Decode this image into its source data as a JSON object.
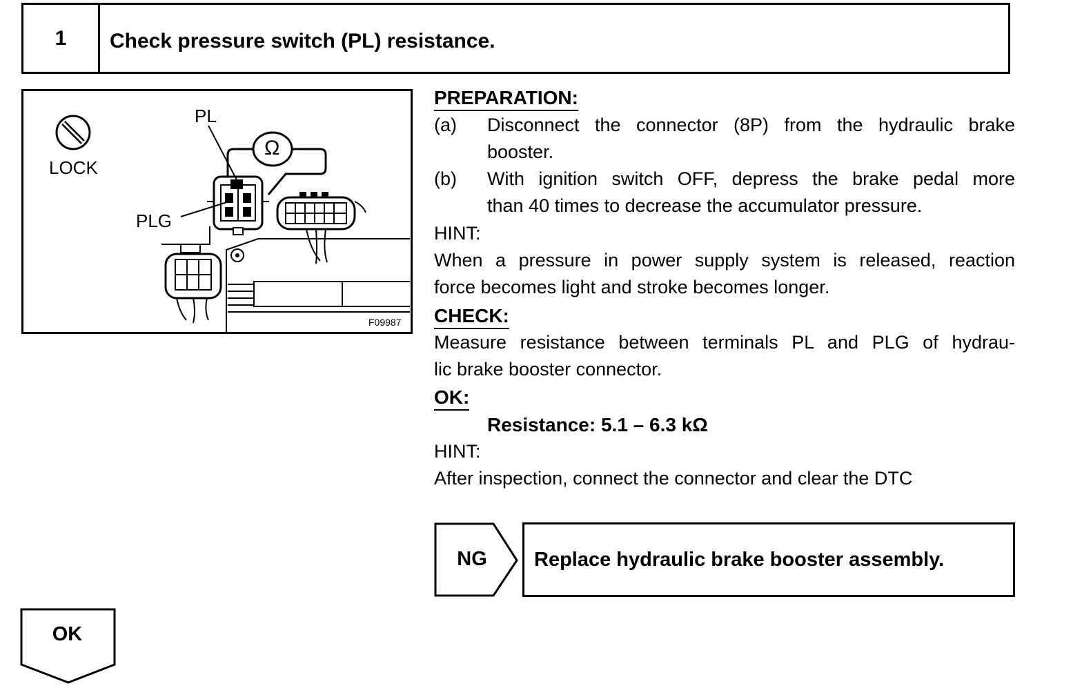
{
  "step": {
    "number": "1",
    "title": "Check pressure switch (PL) resistance."
  },
  "figure": {
    "lock_label": "LOCK",
    "pl_label": "PL",
    "plg_label": "PLG",
    "ohm_symbol": "Ω",
    "code": "F09987"
  },
  "preparation": {
    "heading": "PREPARATION:",
    "items": [
      {
        "label": "(a)",
        "line1": "Disconnect the connector (8P) from the hydraulic brake",
        "line2": "booster."
      },
      {
        "label": "(b)",
        "line1": "With ignition switch OFF, depress the brake pedal more",
        "line2": "than 40 times to decrease the accumulator pressure."
      }
    ],
    "hint_label": "HINT:",
    "hint_line1": "When a pressure in power supply system is released, reaction",
    "hint_line2": "force becomes light and stroke becomes longer."
  },
  "check": {
    "heading": "CHECK:",
    "line1": "Measure resistance between terminals PL and PLG of hydrau-",
    "line2": "lic brake booster connector."
  },
  "ok_spec": {
    "heading": "OK:",
    "spec": "Resistance: 5.1 – 6.3 kΩ",
    "hint_label": "HINT:",
    "hint_text": "After inspection, connect the connector and clear the DTC"
  },
  "ng": {
    "label": "NG",
    "action": "Replace hydraulic brake booster assembly."
  },
  "ok": {
    "label": "OK"
  }
}
